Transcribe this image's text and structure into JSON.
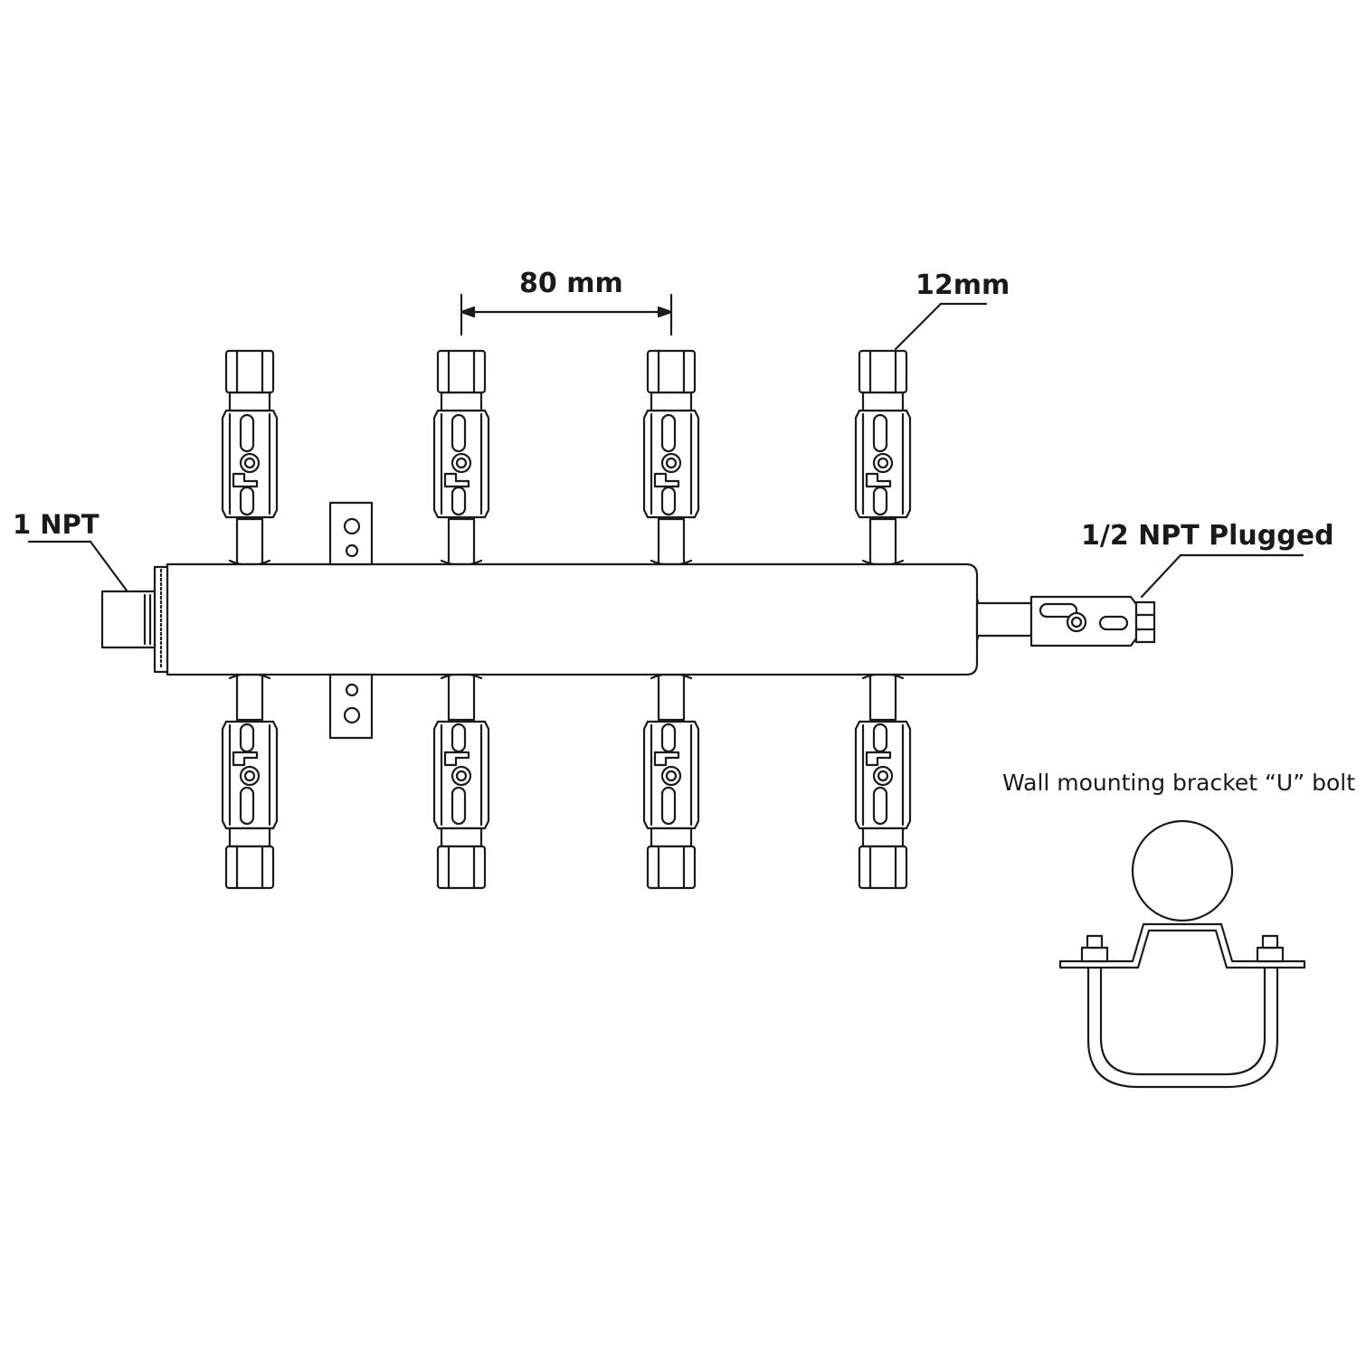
{
  "labels": {
    "spacing": "80 mm",
    "tube_size": "12mm",
    "inlet": "1 NPT",
    "outlet": "1/2 NPT Plugged",
    "bracket_caption": "Wall mounting bracket “U” bolt"
  },
  "manifold": {
    "valves_top": 4,
    "valves_bottom": 4
  },
  "colors": {
    "line": "#1a1a1a",
    "background": "#ffffff"
  }
}
